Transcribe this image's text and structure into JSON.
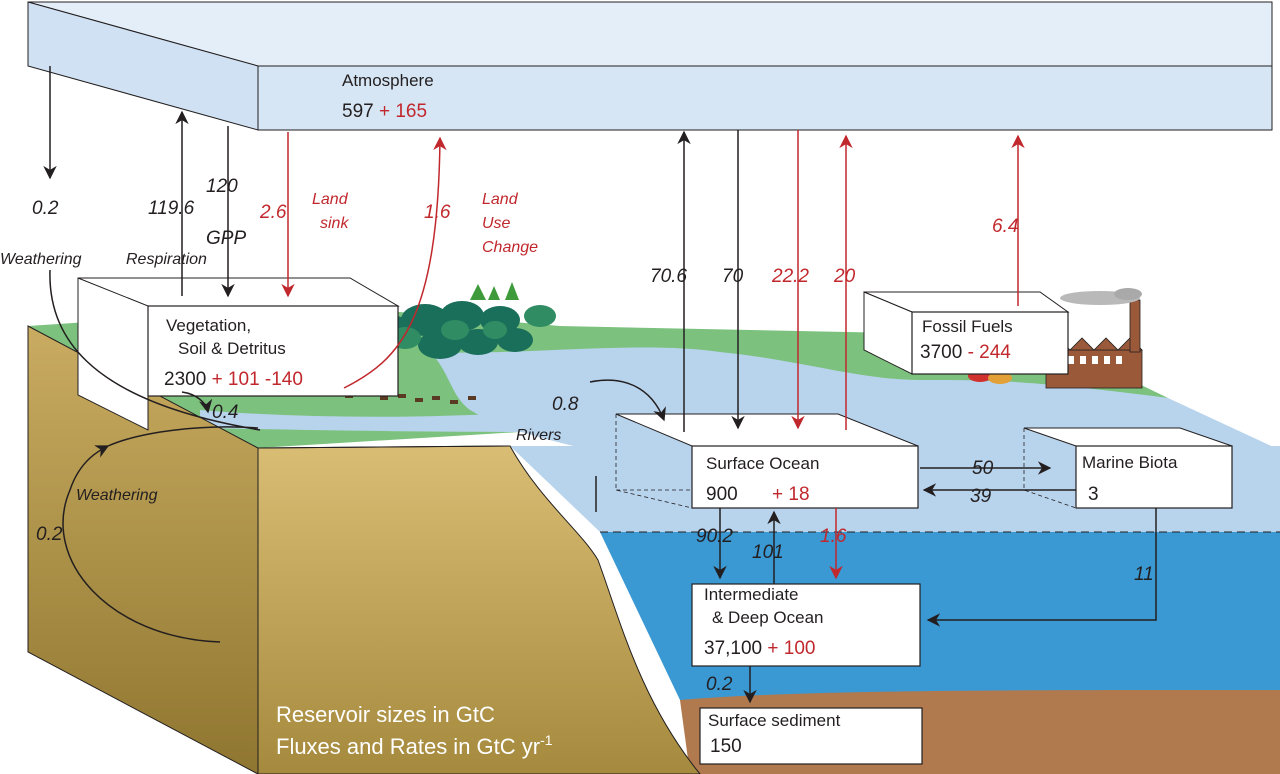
{
  "reservoirs": {
    "atmosphere": {
      "label": "Atmosphere",
      "value": "597",
      "change": "+ 165"
    },
    "vegetation": {
      "label_line1": "Vegetation,",
      "label_line2": "Soil & Detritus",
      "value": "2300",
      "change": "+ 101 -140"
    },
    "fossil": {
      "label": "Fossil Fuels",
      "value": "3700",
      "change": "- 244"
    },
    "surface_ocean": {
      "label": "Surface Ocean",
      "value": "900",
      "change": "+ 18"
    },
    "marine_biota": {
      "label": "Marine Biota",
      "value": "3"
    },
    "deep_ocean": {
      "label_line1": "Intermediate",
      "label_line2": "& Deep Ocean",
      "value": "37,100",
      "change": "+ 100"
    },
    "sediment": {
      "label": "Surface sediment",
      "value": "150"
    }
  },
  "fluxes": {
    "weathering_down": "0.2",
    "respiration": "119.6",
    "gpp": "120",
    "land_sink": "2.6",
    "land_use_change": "1.6",
    "ocean_up": "70.6",
    "ocean_down": "70",
    "ocean_down_red": "22.2",
    "ocean_up_red": "20",
    "fossil_emission": "6.4",
    "rivers_veg": "0.4",
    "rivers": "0.8",
    "weathering_rock": "0.2",
    "to_biota": "50",
    "from_biota": "39",
    "to_deep": "90.2",
    "from_deep": "101",
    "to_deep_red": "1.6",
    "biota_to_deep": "11",
    "to_sediment": "0.2"
  },
  "notes": {
    "weathering_top": "Weathering",
    "respiration": "Respiration",
    "gpp": "GPP",
    "land_sink_1": "Land",
    "land_sink_2": "sink",
    "luc_1": "Land",
    "luc_2": "Use",
    "luc_3": "Change",
    "rivers": "Rivers",
    "weathering_rock": "Weathering"
  },
  "legend": {
    "line1": "Reservoir sizes in GtC",
    "line2_main": "Fluxes and Rates in GtC yr",
    "line2_sup": "-1"
  },
  "colors": {
    "sky": "#d6e6f4",
    "land_green": "#7cc27e",
    "shallow_water": "#b8d3ec",
    "deep_water": "#3a98d3",
    "soil": "#c8ab62",
    "sediment": "#b07a4e",
    "flux_red": "#c1282d"
  }
}
